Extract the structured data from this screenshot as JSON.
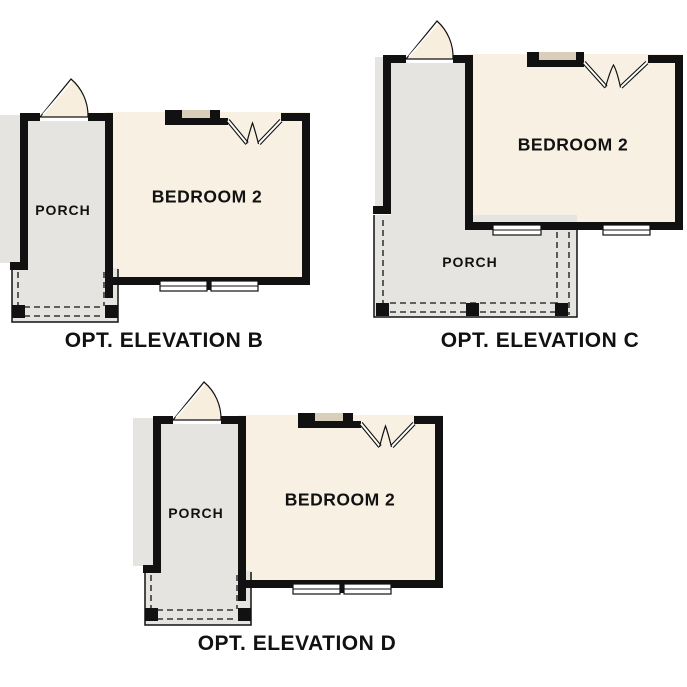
{
  "colors": {
    "wall": "#111111",
    "room_fill": "#f7f0e3",
    "porch_fill": "#e5e4e1",
    "window_inset_fill": "#d8ceba",
    "door_fill": "#f7eedd",
    "window_fill": "#ffffff",
    "label_color": "#111111"
  },
  "elevations": [
    {
      "room_label": "BEDROOM 2",
      "porch_label": "PORCH",
      "caption": "OPT. ELEVATION B"
    },
    {
      "room_label": "BEDROOM 2",
      "porch_label": "PORCH",
      "caption": "OPT. ELEVATION C"
    },
    {
      "room_label": "BEDROOM 2",
      "porch_label": "PORCH",
      "caption": "OPT. ELEVATION D"
    }
  ]
}
